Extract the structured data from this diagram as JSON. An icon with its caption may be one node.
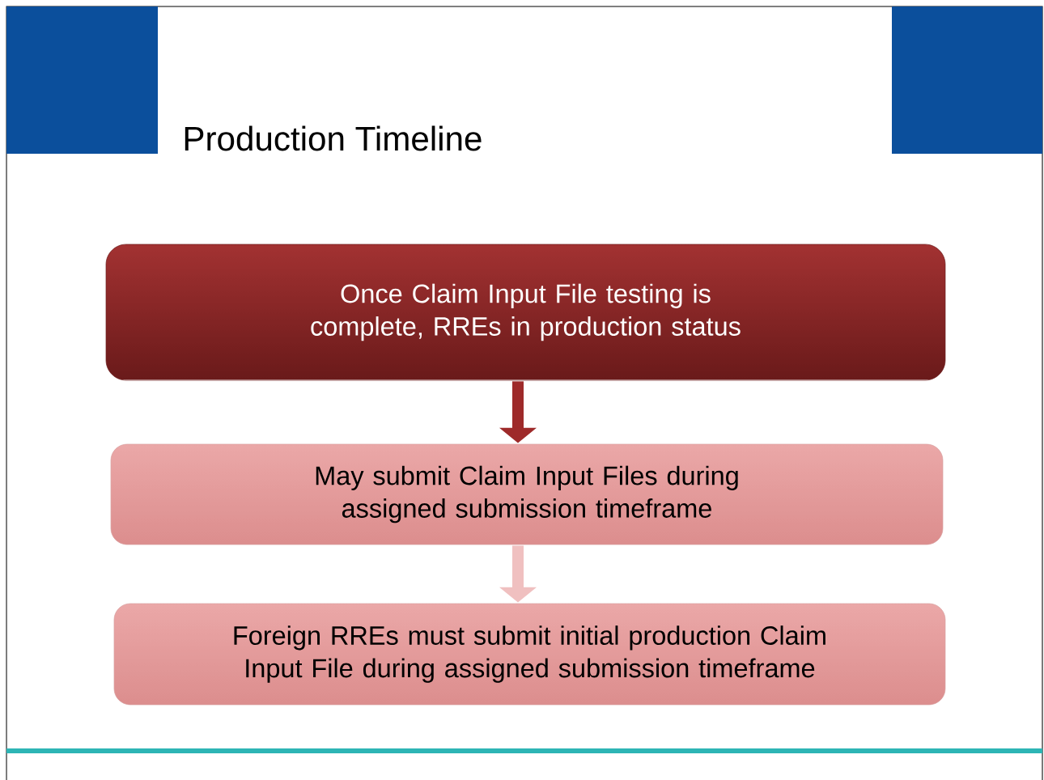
{
  "diagram": {
    "title": "Production Timeline",
    "nodes": [
      {
        "text": [
          "Once Claim Input File testing is complete, RREs in production status"
        ]
      },
      {
        "text": [
          "May submit Claim Input Files during assigned submission timeframe"
        ]
      },
      {
        "text": [
          "Foreign RREs must submit initial production Claim Input File during assigned submission timeframe"
        ]
      }
    ],
    "edges": [
      {
        "from": 0,
        "to": 1,
        "arrow": "to",
        "color": "#9e2a2a"
      },
      {
        "from": 1,
        "to": 2,
        "arrow": "to",
        "color": "#f0c0c0"
      }
    ]
  }
}
